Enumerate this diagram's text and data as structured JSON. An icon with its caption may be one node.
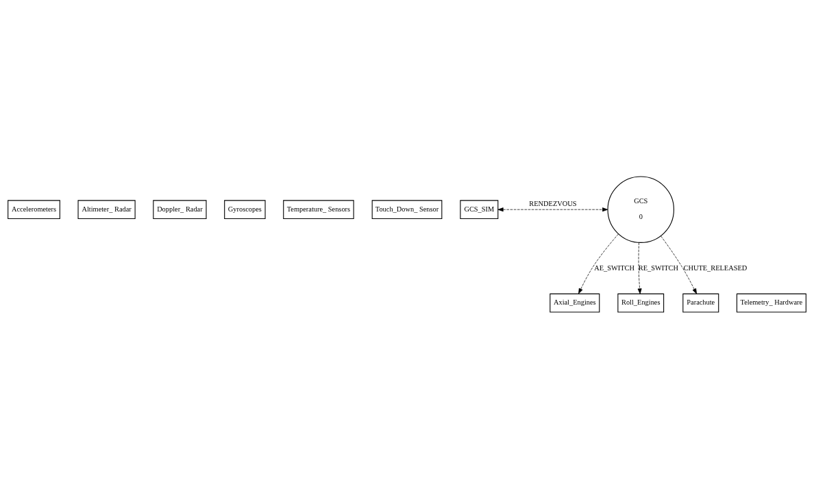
{
  "diagram": {
    "nodes": [
      {
        "text": [
          "Accelerometers"
        ]
      },
      {
        "text": [
          "Altimeter_ Radar"
        ]
      },
      {
        "text": [
          "Doppler_ Radar"
        ]
      },
      {
        "text": [
          "Gyroscopes"
        ]
      },
      {
        "text": [
          "Temperature_ Sensors"
        ]
      },
      {
        "text": [
          "Touch_Down_ Sensor"
        ]
      },
      {
        "text": [
          "GCS_SIM"
        ]
      },
      {
        "text": [
          "GCS",
          "0"
        ]
      },
      {
        "text": [
          "Axial_Engines"
        ]
      },
      {
        "text": [
          "Roll_Engines"
        ]
      },
      {
        "text": [
          "Telemetry_ Hardware"
        ]
      },
      {
        "text": [
          "Parachute"
        ]
      }
    ],
    "edges": [
      {
        "from": 6,
        "to": 7,
        "arrow": "both",
        "label": "RENDEZVOUS",
        "style": "dashed"
      },
      {
        "from": 7,
        "to": 8,
        "arrow": "to",
        "label": "AE_SWITCH",
        "style": "dashed"
      },
      {
        "from": 7,
        "to": 9,
        "arrow": "to",
        "label": "RE_SWITCH",
        "style": "dashed"
      },
      {
        "from": 7,
        "to": 11,
        "arrow": "to",
        "label": "CHUTE_RELEASED",
        "style": "dashed"
      }
    ]
  }
}
